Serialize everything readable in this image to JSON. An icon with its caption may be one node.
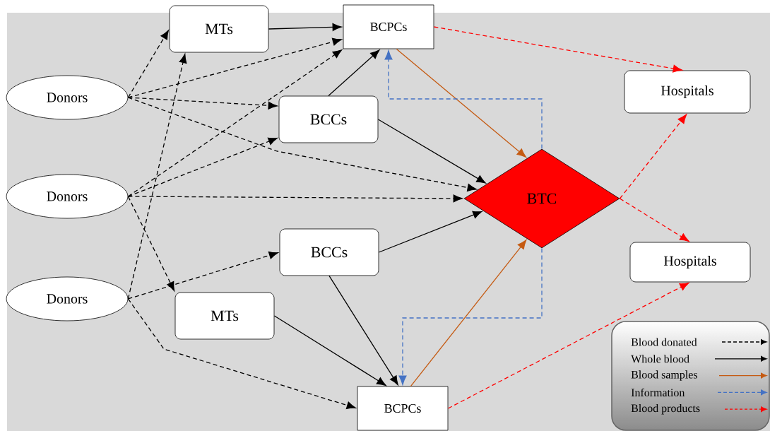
{
  "diagram": {
    "nodes": [
      {
        "text": [
          "Donors"
        ]
      },
      {
        "text": [
          "Donors"
        ]
      },
      {
        "text": [
          "Donors"
        ]
      },
      {
        "text": [
          "MTs"
        ]
      },
      {
        "text": [
          "BCPCs"
        ]
      },
      {
        "text": [
          "BCCs"
        ]
      },
      {
        "text": [
          "BCCs"
        ]
      },
      {
        "text": [
          "MTs"
        ]
      },
      {
        "text": [
          "BCPCs"
        ]
      },
      {
        "text": [
          "BTC"
        ]
      },
      {
        "text": [
          "Hospitals"
        ]
      },
      {
        "text": [
          "Hospitals"
        ]
      }
    ],
    "edges": [
      {
        "from": 0,
        "to": 3,
        "arrow": "to",
        "style": "dashed"
      },
      {
        "from": 0,
        "to": 4,
        "arrow": "to",
        "style": "dashed"
      },
      {
        "from": 0,
        "to": 5,
        "arrow": "to",
        "style": "dashed"
      },
      {
        "from": 0,
        "to": 9,
        "arrow": "to",
        "style": "dashed"
      },
      {
        "from": 1,
        "to": 4,
        "arrow": "to",
        "style": "dashed"
      },
      {
        "from": 1,
        "to": 5,
        "arrow": "to",
        "style": "dashed"
      },
      {
        "from": 1,
        "to": 9,
        "arrow": "to",
        "style": "dashed"
      },
      {
        "from": 1,
        "to": 7,
        "arrow": "to",
        "style": "dashed"
      },
      {
        "from": 2,
        "to": 3,
        "arrow": "to",
        "style": "dashed"
      },
      {
        "from": 2,
        "to": 6,
        "arrow": "to",
        "style": "dashed"
      },
      {
        "from": 2,
        "to": 8,
        "arrow": "to",
        "style": "dashed"
      },
      {
        "from": 3,
        "to": 4,
        "arrow": "to"
      },
      {
        "from": 5,
        "to": 4,
        "arrow": "to"
      },
      {
        "from": 5,
        "to": 9,
        "arrow": "to"
      },
      {
        "from": 6,
        "to": 9,
        "arrow": "to"
      },
      {
        "from": 6,
        "to": 8,
        "arrow": "to"
      },
      {
        "from": 7,
        "to": 8,
        "arrow": "to"
      },
      {
        "from": 4,
        "to": 9,
        "arrow": "to",
        "color": "#c55a11"
      },
      {
        "from": 8,
        "to": 9,
        "arrow": "to",
        "color": "#c55a11"
      },
      {
        "from": 9,
        "to": 4,
        "arrow": "to",
        "style": "dashed",
        "color": "#4472c4"
      },
      {
        "from": 9,
        "to": 8,
        "arrow": "to",
        "style": "dashed",
        "color": "#4472c4"
      },
      {
        "from": 4,
        "to": 10,
        "arrow": "to",
        "style": "dashed",
        "color": "#ff0000"
      },
      {
        "from": 9,
        "to": 10,
        "arrow": "to",
        "style": "dashed",
        "color": "#ff0000"
      },
      {
        "from": 9,
        "to": 11,
        "arrow": "to",
        "style": "dashed",
        "color": "#ff0000"
      },
      {
        "from": 8,
        "to": 11,
        "arrow": "to",
        "style": "dashed",
        "color": "#ff0000"
      }
    ],
    "legend": [
      {
        "text": "Blood donated"
      },
      {
        "text": "Whole blood"
      },
      {
        "text": "Blood samples"
      },
      {
        "text": "Information"
      },
      {
        "text": "Blood products"
      }
    ]
  }
}
